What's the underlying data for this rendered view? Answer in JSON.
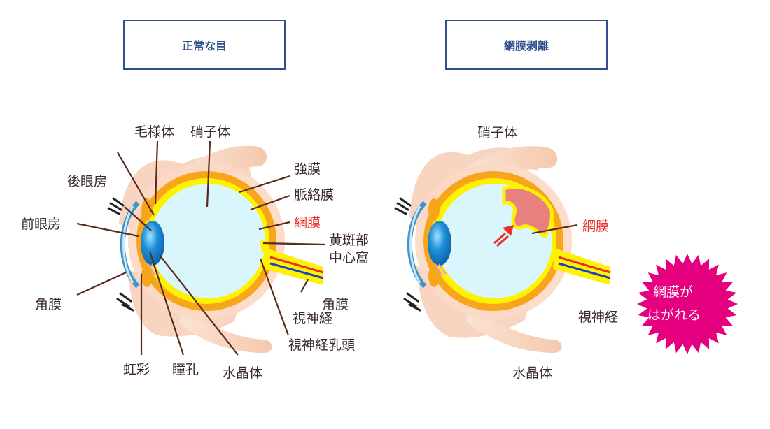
{
  "titles": {
    "normal": "正常な目",
    "detached": "網膜剥離"
  },
  "normal_labels": {
    "ciliary_body": "毛様体",
    "vitreous": "硝子体",
    "posterior_chamber": "後眼房",
    "sclera": "強膜",
    "choroid": "脈絡膜",
    "anterior_chamber": "前眼房",
    "retina": "網膜",
    "macula_line1": "黄斑部",
    "macula_line2": "中心窩",
    "cornea_left": "角膜",
    "cornea_right": "角膜",
    "optic_nerve": "視神経",
    "optic_disc": "視神経乳頭",
    "iris": "虹彩",
    "pupil": "瞳孔",
    "lens": "水晶体"
  },
  "detached_labels": {
    "vitreous": "硝子体",
    "retina": "網膜",
    "optic_nerve": "視神経",
    "lens": "水晶体"
  },
  "burst": {
    "line1": "網膜が",
    "line2": "はがれる"
  },
  "colors": {
    "title_border": "#2f4f8f",
    "label_text": "#3a2a2a",
    "retina_red": "#e8302a",
    "skin": "#f8d5c0",
    "sclera_orange": "#f7a61c",
    "choroid_yellow": "#fff200",
    "vitreous_fill": "#d8f6fb",
    "lens_blue": "#1e8fd8",
    "cornea": "#3c97c7",
    "detach_pink": "#e88080",
    "burst_magenta": "#e5007f"
  }
}
